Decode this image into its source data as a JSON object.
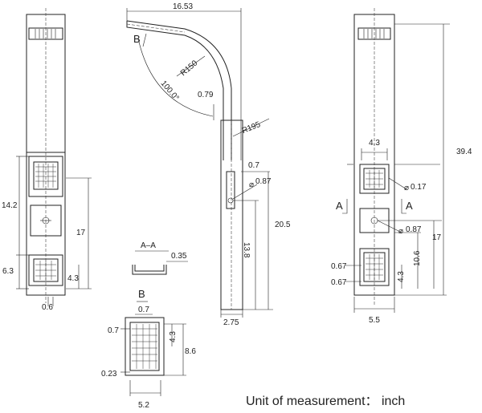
{
  "labels": {
    "top_width": "16.53",
    "section_b": "B",
    "r150": "R150",
    "angle": "100.0°",
    "offset_079": "0.79",
    "r195": "R195",
    "side_07": "0.7",
    "side_hole": "0.87",
    "height_205": "20.5",
    "height_138": "13.8",
    "base_275": "2.75",
    "left_142": "14.2",
    "left_17": "17",
    "left_63": "6.3",
    "left_43": "4.3",
    "left_06": "0.6",
    "aa_title": "A–A",
    "aa_035": "0.35",
    "b_title": "B",
    "b_07_top": "0.7",
    "b_07_left": "0.7",
    "b_43": "4.3",
    "b_86": "8.6",
    "b_023": "0.23",
    "b_52": "5.2",
    "r_43": "4.3",
    "r_017": "0.17",
    "r_a_left": "A",
    "r_a_right": "A",
    "r_087": "0.87",
    "r_17": "17",
    "r_067a": "0.67",
    "r_067b": "0.67",
    "r_106": "10.6",
    "r_43_low": "4.3",
    "r_55": "5.5",
    "r_394": "39.4",
    "unit_text": "Unit of measurement： inch"
  },
  "icons": {
    "diameter": "⌀",
    "arrow": "↑"
  }
}
